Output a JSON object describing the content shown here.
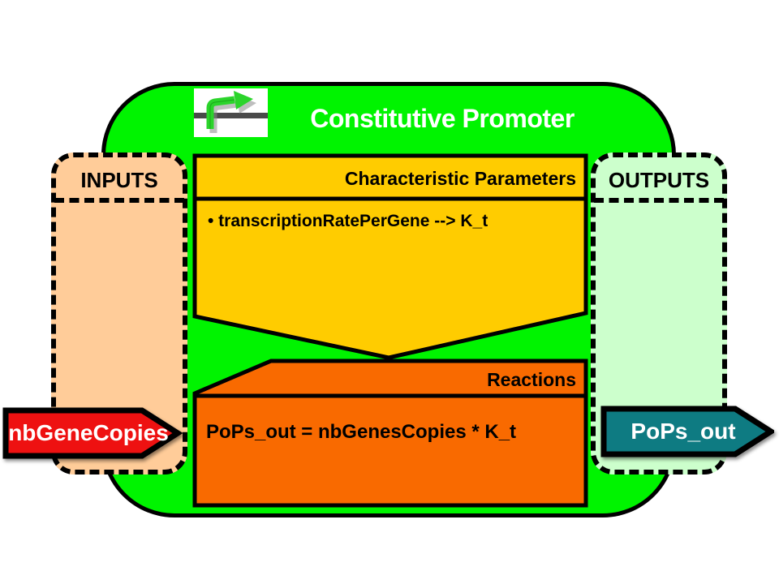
{
  "header": {
    "title": "Constitutive Promoter",
    "icon": "promoter-arrow-icon"
  },
  "inputs_panel": {
    "label": "INPUTS"
  },
  "outputs_panel": {
    "label": "OUTPUTS"
  },
  "parameters_box": {
    "title": "Characteristic Parameters",
    "items": [
      "• transcriptionRatePerGene --> K_t"
    ]
  },
  "reactions_box": {
    "title": "Reactions",
    "equation": "PoPs_out = nbGenesCopies * K_t"
  },
  "ports": {
    "input": {
      "label": "nbGeneCopies",
      "color": "#EE1111"
    },
    "output": {
      "label": "PoPs_out",
      "color": "#0E7B82"
    }
  },
  "colors": {
    "container_green": "#00F400",
    "parameters_yellow": "#FFCC00",
    "reactions_orange": "#F96A00",
    "inputs_peach": "#FFCC99",
    "outputs_green": "#CCFFCC",
    "input_red": "#EE1111",
    "output_teal": "#0E7B82",
    "title_text": "#FFFFFF",
    "border": "#000000"
  }
}
